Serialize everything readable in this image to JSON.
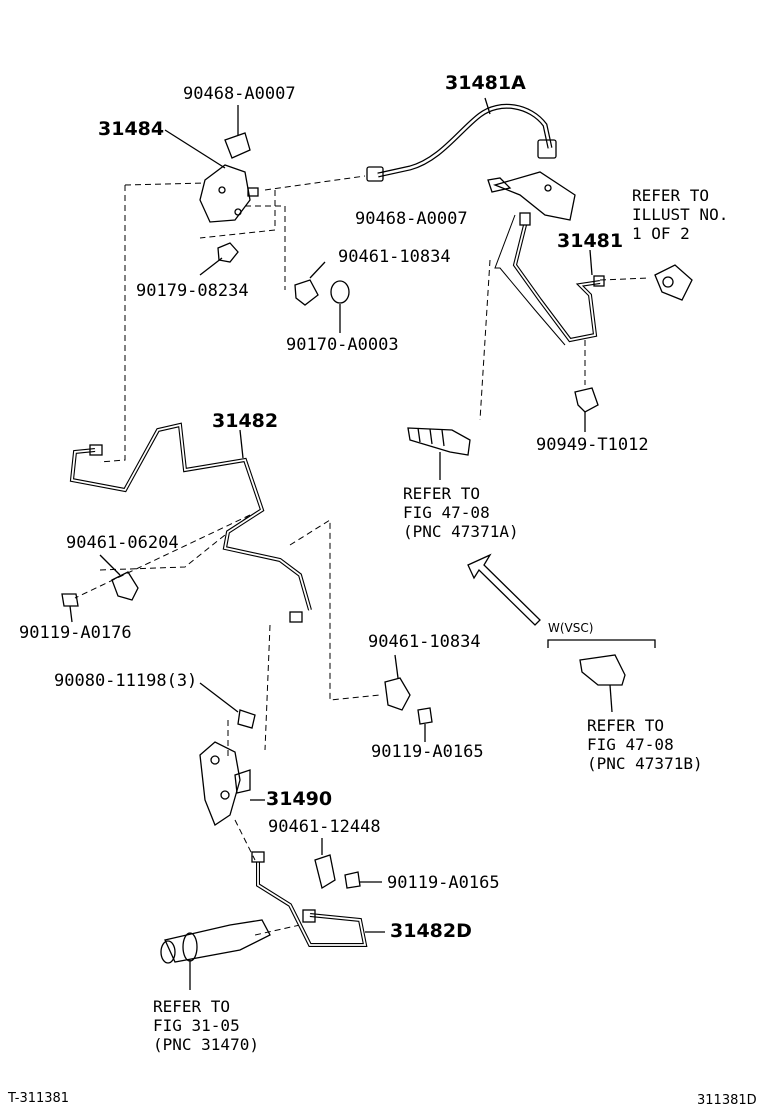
{
  "parts": {
    "p_31481A": "31481A",
    "p_31484": "31484",
    "p_90468_top": "90468-A0007",
    "p_90468_mid": "90468-A0007",
    "p_90179": "90179-08234",
    "p_90461_10834_top": "90461-10834",
    "p_90170": "90170-A0003",
    "p_31481": "31481",
    "p_90949": "90949-T1012",
    "p_31482": "31482",
    "p_90461_06204": "90461-06204",
    "p_90119_A0176": "90119-A0176",
    "p_90461_10834_mid": "90461-10834",
    "p_90080": "90080-11198(3)",
    "p_90119_A0165_mid": "90119-A0165",
    "p_31490": "31490",
    "p_90461_12448": "90461-12448",
    "p_90119_A0165_low": "90119-A0165",
    "p_31482D": "31482D"
  },
  "refs": {
    "illust": "REFER TO\nILLUST NO.\n1 OF 2",
    "fig_47371A": "REFER TO\nFIG 47-08\n(PNC 47371A)",
    "fig_47371B": "REFER TO\nFIG 47-08\n(PNC 47371B)",
    "fig_31470": "REFER TO\nFIG 31-05\n(PNC 31470)"
  },
  "variant_label": "W(VSC)",
  "footer": {
    "left": "T-311381",
    "right": "311381D"
  }
}
